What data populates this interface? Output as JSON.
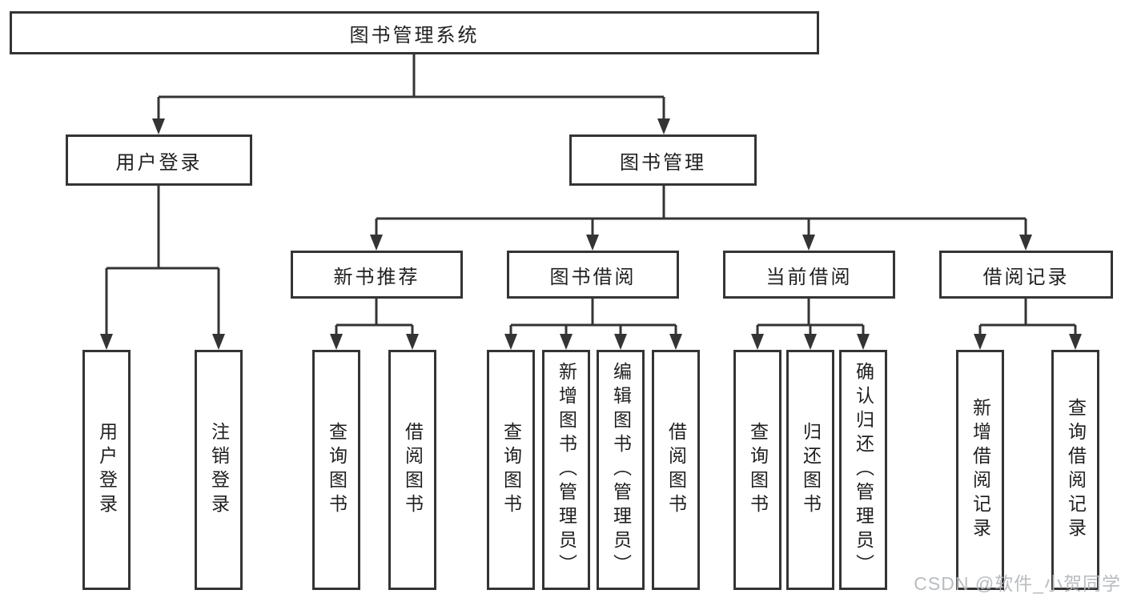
{
  "diagram": {
    "type": "hierarchy-tree",
    "label": "图书管理系统",
    "children": [
      {
        "label": "用户登录",
        "children": [
          {
            "label": "用户登录"
          },
          {
            "label": "注销登录"
          }
        ]
      },
      {
        "label": "图书管理",
        "children": [
          {
            "label": "新书推荐",
            "children": [
              {
                "label": "查询图书"
              },
              {
                "label": "借阅图书"
              }
            ]
          },
          {
            "label": "图书借阅",
            "children": [
              {
                "label": "查询图书"
              },
              {
                "label": "新增图书（管理员）"
              },
              {
                "label": "编辑图书（管理员）"
              },
              {
                "label": "借阅图书"
              }
            ]
          },
          {
            "label": "当前借阅",
            "children": [
              {
                "label": "查询图书"
              },
              {
                "label": "归还图书"
              },
              {
                "label": "确认归还（管理员）"
              }
            ]
          },
          {
            "label": "借阅记录",
            "children": [
              {
                "label": "新增借阅记录"
              },
              {
                "label": "查询借阅记录"
              }
            ]
          }
        ]
      }
    ]
  },
  "watermark": {
    "text": "CSDN @软件_小贺同学"
  },
  "colors": {
    "line": "#343434",
    "text": "#1f1f1f",
    "background": "#ffffff",
    "watermark": "#b4b7bb"
  }
}
